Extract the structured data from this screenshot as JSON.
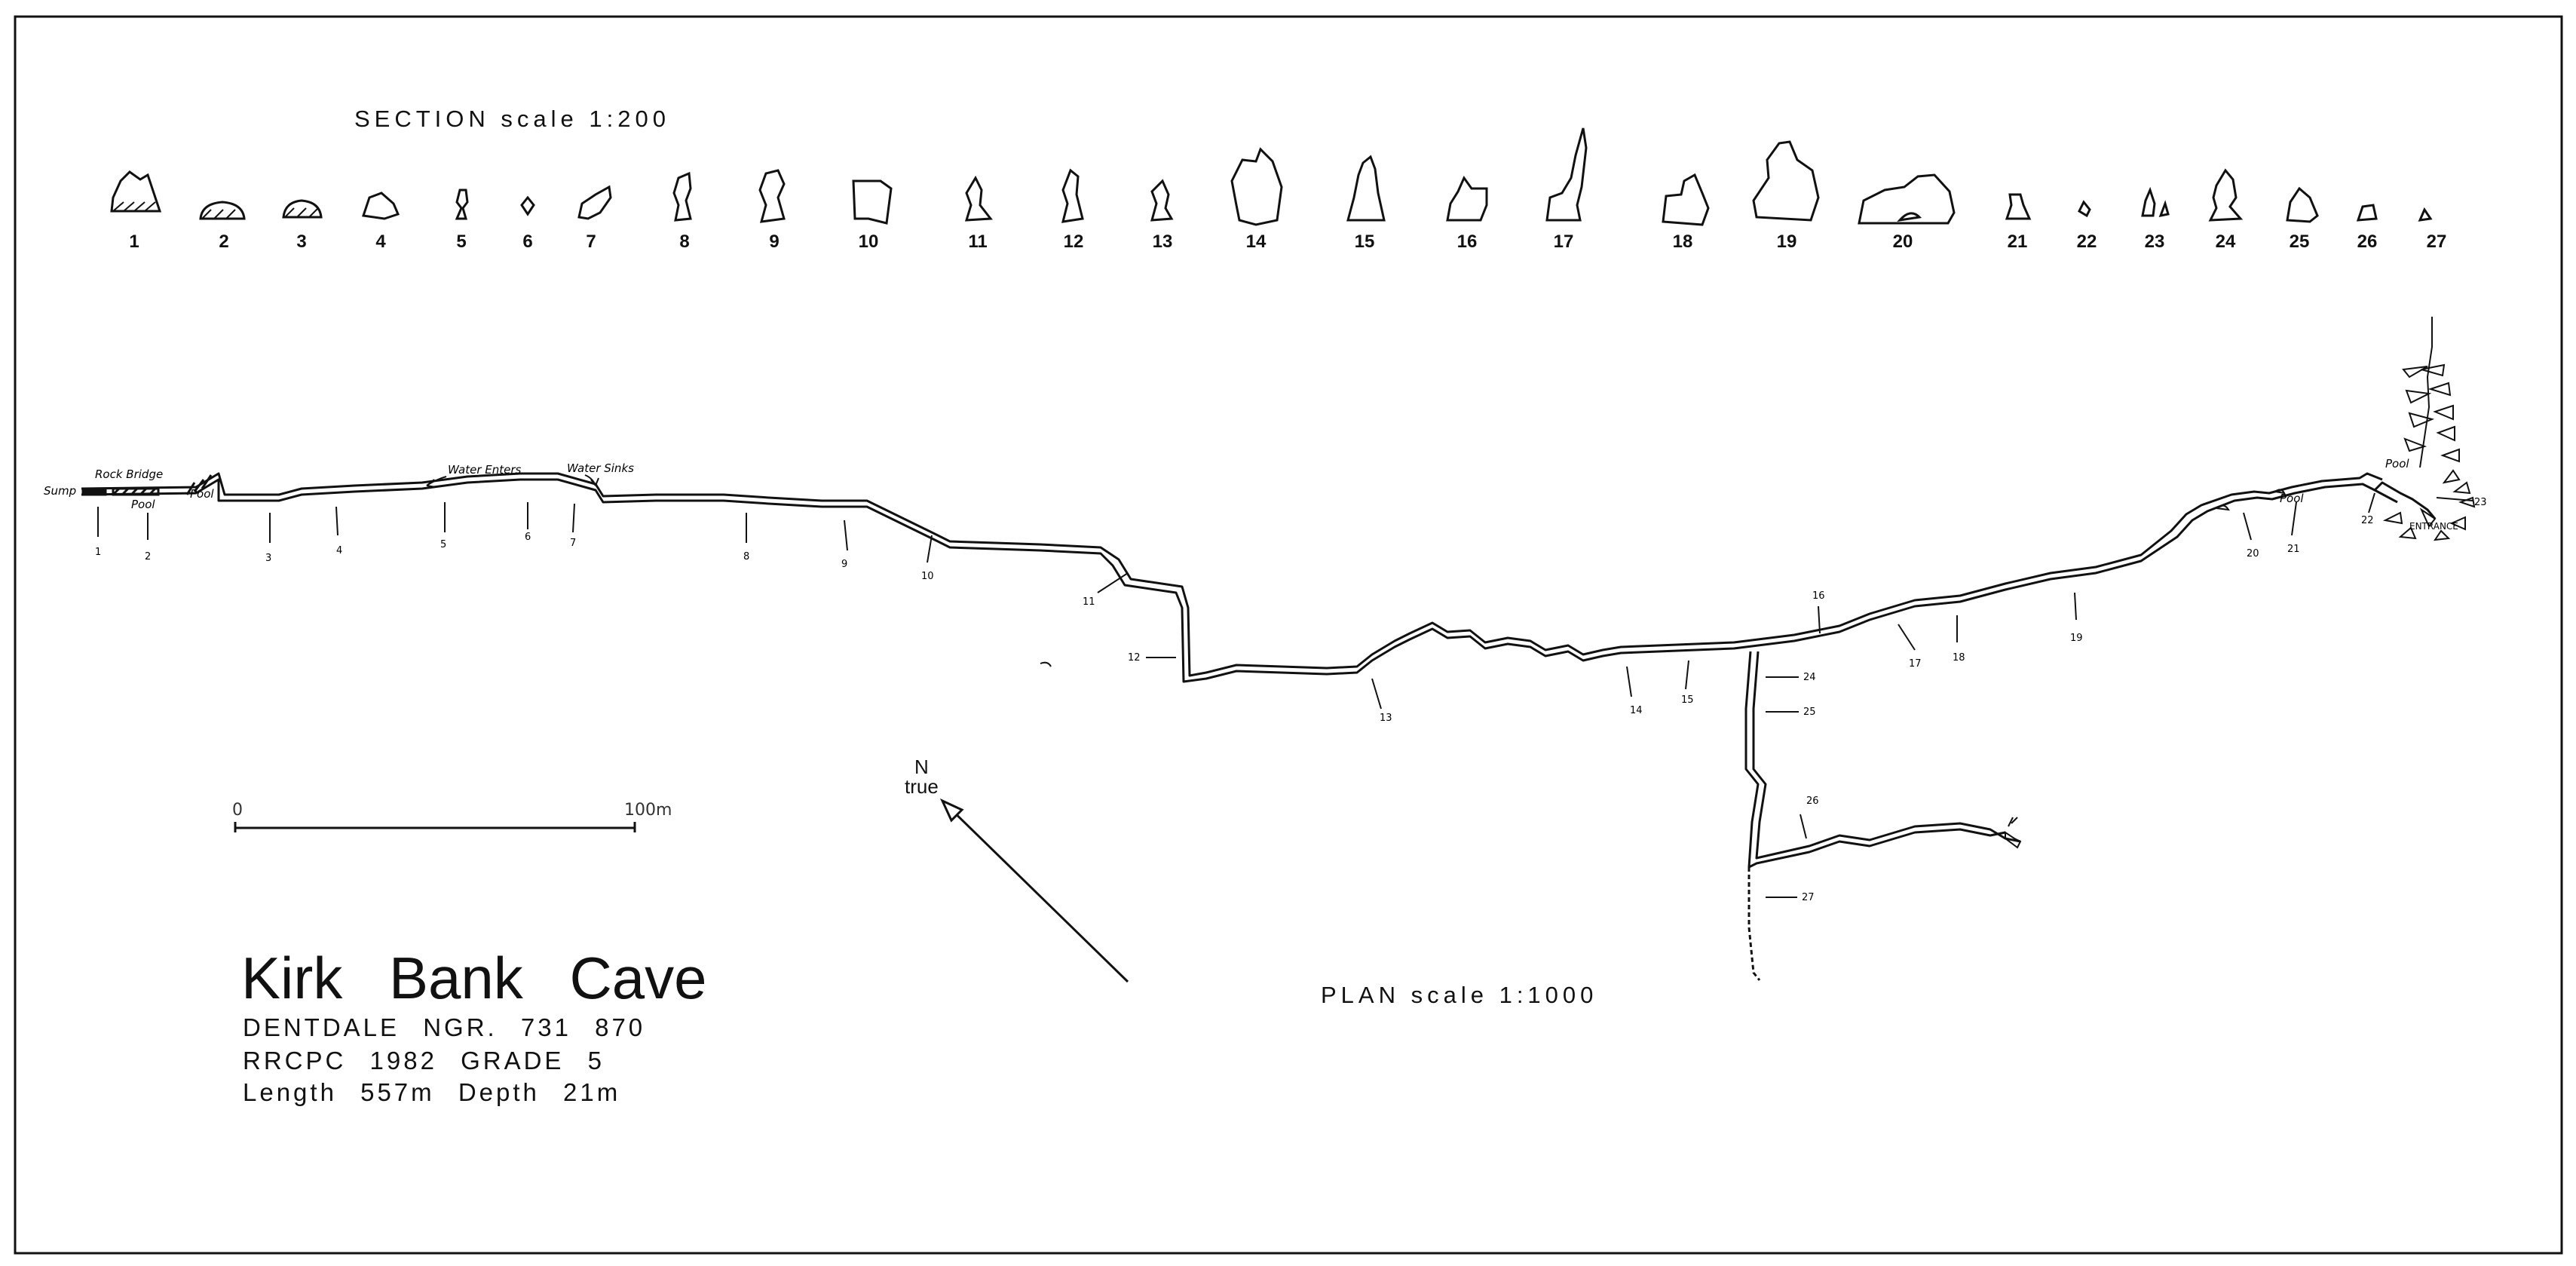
{
  "section": {
    "title": "SECTION scale 1:200",
    "numbers": [
      "1",
      "2",
      "3",
      "4",
      "5",
      "6",
      "7",
      "8",
      "9",
      "10",
      "11",
      "12",
      "13",
      "14",
      "15",
      "16",
      "17",
      "18",
      "19",
      "20",
      "21",
      "22",
      "23",
      "24",
      "25",
      "26",
      "27"
    ]
  },
  "plan": {
    "title": "PLAN scale 1:1000",
    "stations": [
      "1",
      "2",
      "3",
      "4",
      "5",
      "6",
      "7",
      "8",
      "9",
      "10",
      "11",
      "12",
      "13",
      "14",
      "15",
      "16",
      "17",
      "18",
      "19",
      "20",
      "21",
      "22",
      "23",
      "24",
      "25",
      "26",
      "27"
    ],
    "annotations": {
      "sump": "Sump",
      "rock_bridge": "Rock Bridge",
      "pool_1": "Pool",
      "pool_2": "Pool",
      "water_enters": "Water Enters",
      "water_sinks": "Water Sinks",
      "pool_3": "Pool",
      "pool_4": "Pool",
      "entrance": "ENTRANCE"
    }
  },
  "north": {
    "letter": "N",
    "label": "true"
  },
  "scale_bar": {
    "start": "0",
    "end": "100m"
  },
  "title_block": {
    "title": "Kirk Bank Cave",
    "line1": "DENTDALE   NGR. 731 870",
    "line2": "RRCPC 1982   GRADE 5",
    "line3": "Length 557m   Depth 21m"
  },
  "colors": {
    "ink": "#111111",
    "paper": "#ffffff"
  }
}
